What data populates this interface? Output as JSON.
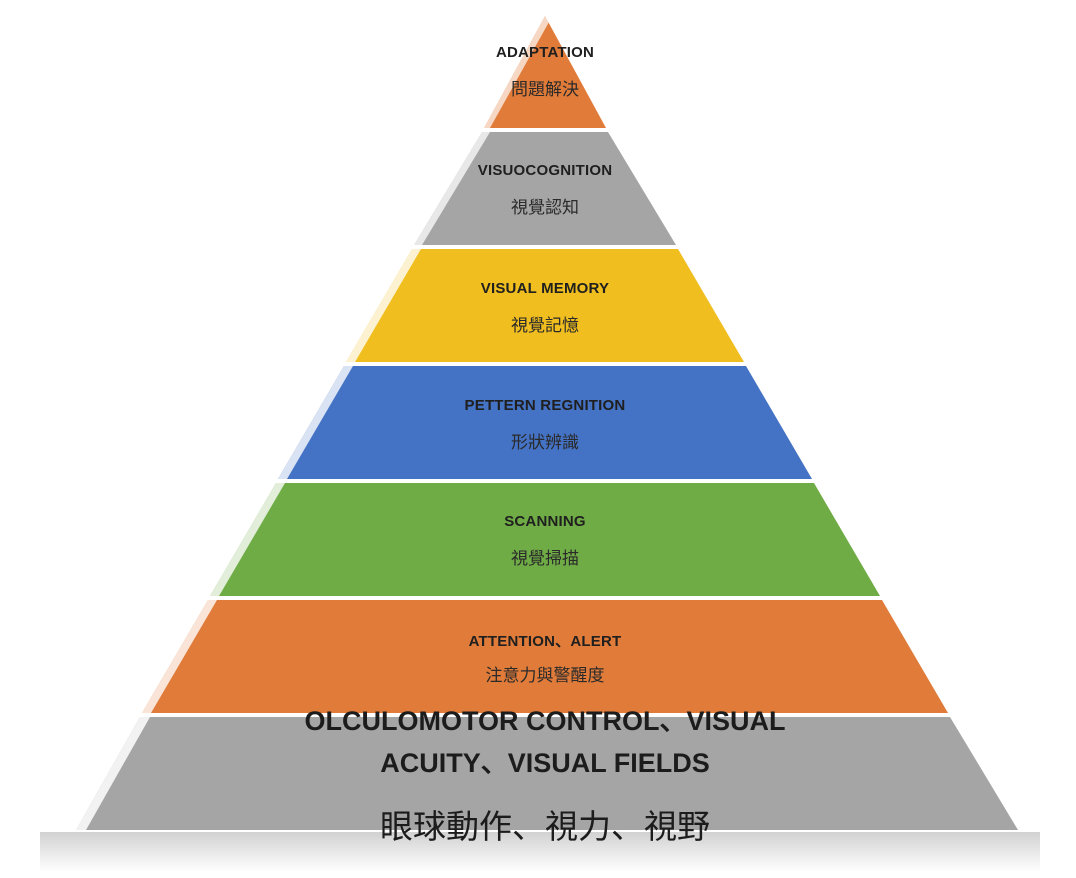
{
  "levels": [
    {
      "en": "ADAPTATION",
      "zh": "問題解決",
      "color": "#E07B39"
    },
    {
      "en": "VISUOCOGNITION",
      "zh": "視覺認知",
      "color": "#A5A5A5"
    },
    {
      "en": "VISUAL MEMORY",
      "zh": "視覺記憶",
      "color": "#F0BE1E"
    },
    {
      "en": "PETTERN REGNITION",
      "zh": "形狀辨識",
      "color": "#4472C4"
    },
    {
      "en": "SCANNING",
      "zh": "視覺掃描",
      "color": "#6FAC46"
    },
    {
      "en": "ATTENTION、ALERT",
      "zh": "注意力與警醒度",
      "color": "#E07B39"
    },
    {
      "en_line1": "OLCULOMOTOR CONTROL、VISUAL",
      "en_line2": "ACUITY、VISUAL FIELDS",
      "zh": "眼球動作、視力、視野",
      "color": "#A5A5A5"
    }
  ]
}
